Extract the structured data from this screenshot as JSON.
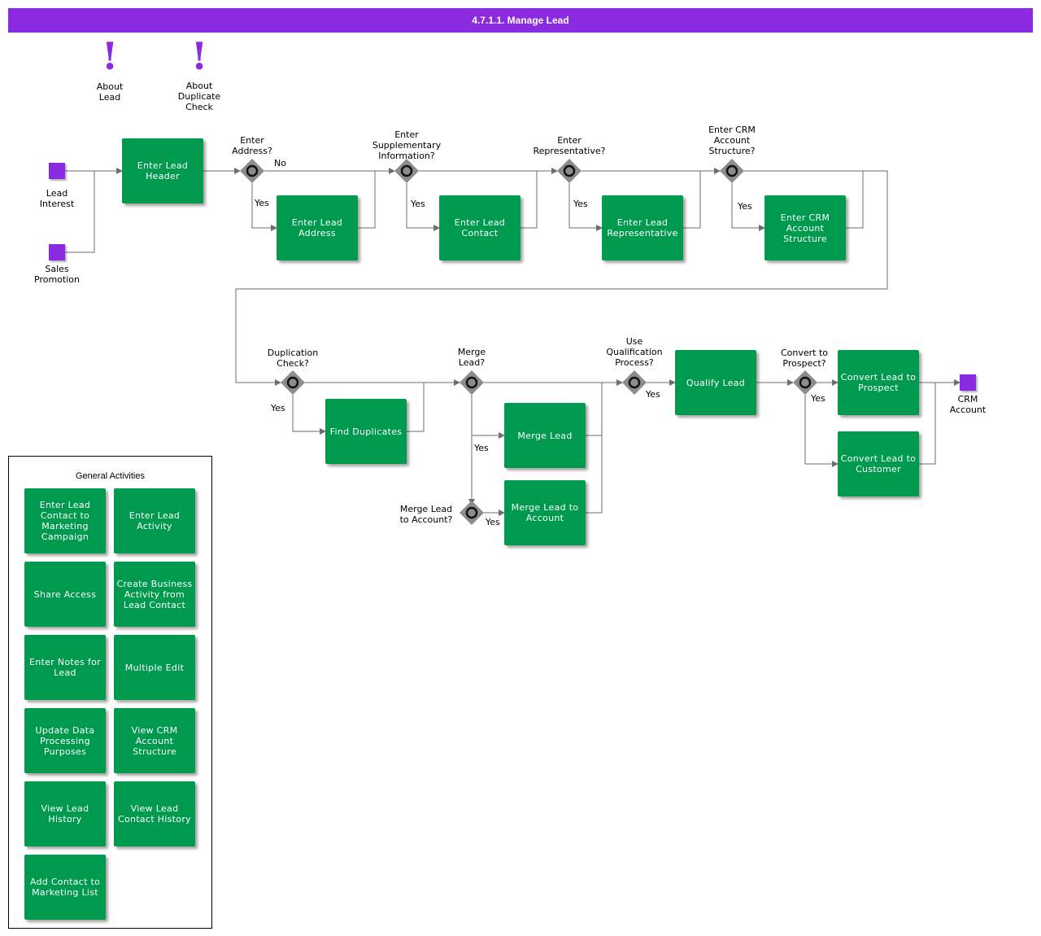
{
  "title": "4.7.1.1. Manage Lead",
  "annotations": {
    "about_lead": "About\nLead",
    "about_duplicate": "About\nDuplicate\nCheck"
  },
  "events": {
    "lead_interest": "Lead\nInterest",
    "sales_promotion": "Sales\nPromotion",
    "crm_account": "CRM\nAccount"
  },
  "tasks": {
    "enter_lead_header": "Enter Lead Header",
    "enter_lead_address": "Enter Lead Address",
    "enter_lead_contact": "Enter Lead Contact",
    "enter_lead_representative": "Enter Lead Representative",
    "enter_crm_account_structure": "Enter CRM Account Structure",
    "find_duplicates": "Find Duplicates",
    "merge_lead": "Merge Lead",
    "merge_lead_to_account": "Merge Lead to Account",
    "qualify_lead": "Qualify Lead",
    "convert_to_prospect": "Convert Lead to Prospect",
    "convert_to_customer": "Convert Lead to Customer"
  },
  "gateways": {
    "enter_address": "Enter\nAddress?",
    "enter_supplementary": "Enter\nSupplementary\nInformation?",
    "enter_representative": "Enter\nRepresentative?",
    "enter_crm_structure": "Enter CRM\nAccount\nStructure?",
    "duplication_check": "Duplication\nCheck?",
    "merge_lead_q": "Merge\nLead?",
    "merge_to_account_q": "Merge Lead\nto Account?",
    "use_qualification": "Use\nQualification\nProcess?",
    "convert_to_prospect_q": "Convert to\nProspect?"
  },
  "flow_labels": {
    "no": "No",
    "yes": "Yes"
  },
  "general_activities": {
    "title": "General Activities",
    "items": [
      "Enter Lead Contact to Marketing Campaign",
      "Enter Lead Activity",
      "Share Access",
      "Create Business Activity from Lead Contact",
      "Enter Notes for Lead",
      "Multiple Edit",
      "Update Data Processing Purposes",
      "View CRM Account Structure",
      "View Lead History",
      "View Lead Contact History",
      "Add Contact to Marketing List"
    ]
  },
  "colors": {
    "header": "#8a2be2",
    "task": "#009a4e",
    "event": "#8a2be2",
    "gateway": "#8c8c8c",
    "connector": "#6e6e6e"
  }
}
